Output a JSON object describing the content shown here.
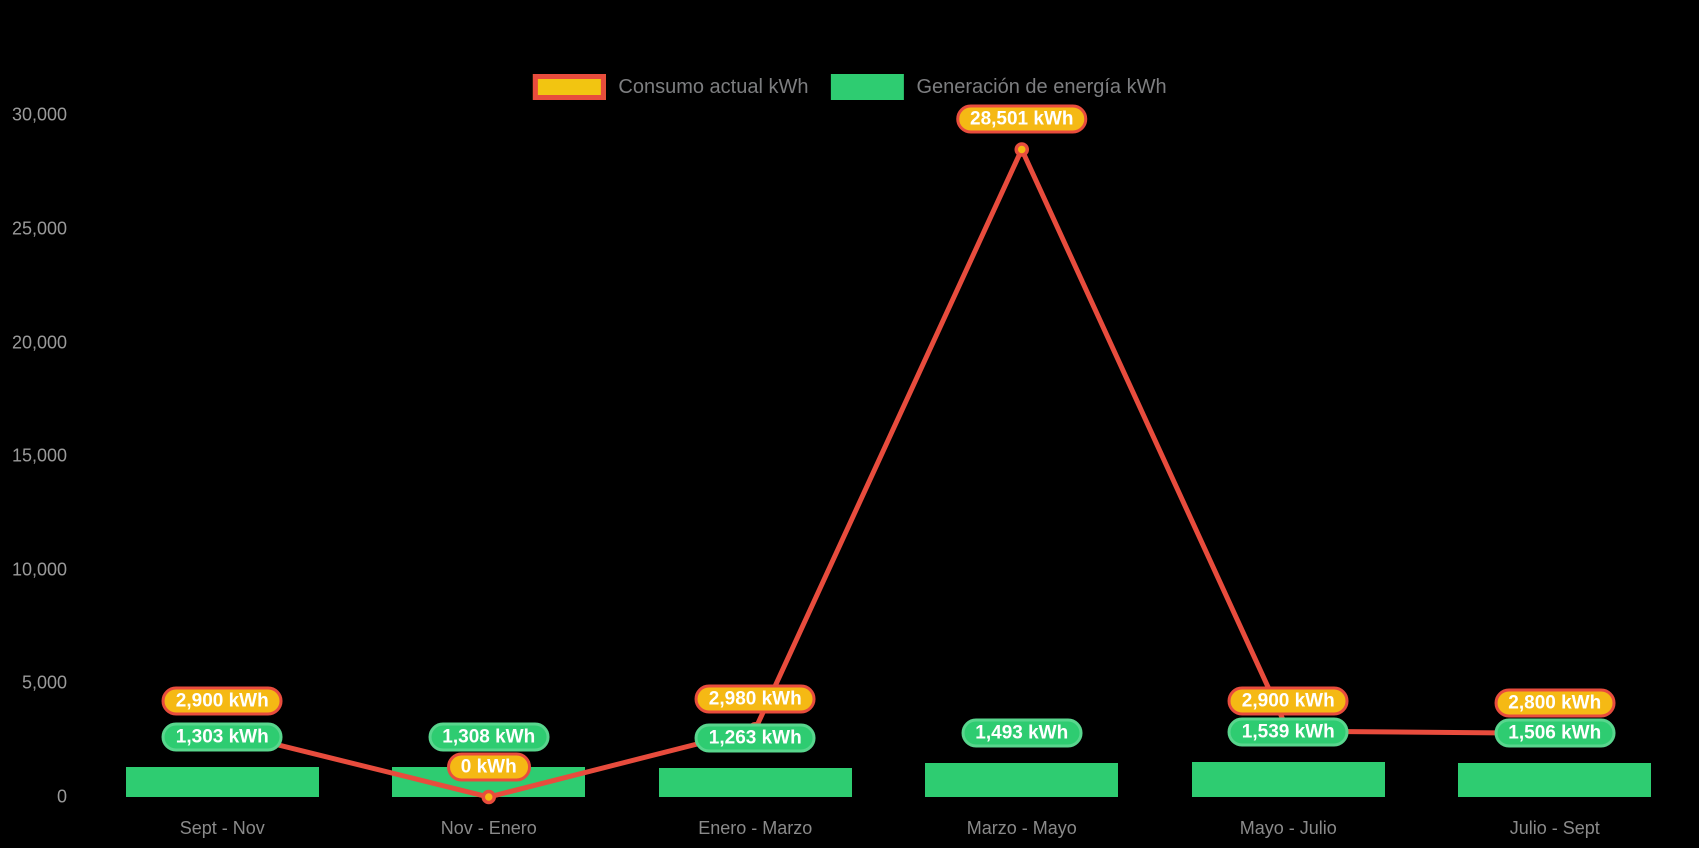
{
  "chart_data": {
    "type": "line+bar combo",
    "title": "",
    "categories": [
      "Sept - Nov",
      "Nov - Enero",
      "Enero - Marzo",
      "Marzo - Mayo",
      "Mayo - Julio",
      "Julio - Sept"
    ],
    "series": [
      {
        "name": "Consumo actual kWh",
        "type": "line",
        "color": "#E84C3D",
        "point_fill": "#F5B914",
        "values": [
          2900,
          0,
          2980,
          28501,
          2900,
          2800
        ],
        "point_labels": [
          "2,900 kWh",
          "0 kWh",
          "2,980 kWh",
          "28,501 kWh",
          "2,900 kWh",
          "2,800 kWh"
        ]
      },
      {
        "name": "Generación de energía kWh",
        "type": "bar",
        "color": "#2ECC71",
        "label_border": "#58D68D",
        "values": [
          1303,
          1308,
          1263,
          1493,
          1539,
          1506
        ],
        "point_labels": [
          "1,303 kWh",
          "1,308 kWh",
          "1,263 kWh",
          "1,493 kWh",
          "1,539 kWh",
          "1,506 kWh"
        ]
      }
    ],
    "ylim": [
      0,
      30000
    ],
    "yticks": [
      0,
      5000,
      10000,
      15000,
      20000,
      25000,
      30000
    ],
    "ytick_labels": [
      "0",
      "5,000",
      "10,000",
      "15,000",
      "20,000",
      "25,000",
      "30,000"
    ],
    "grid": false,
    "legend_position": "top-center",
    "background": "#000000"
  },
  "legend": {
    "consumo": {
      "label": "Consumo actual kWh",
      "fill": "#F2C511",
      "border": "#E84C3D"
    },
    "generacion": {
      "label": "Generación de energía kWh",
      "fill": "#2ECC71"
    }
  }
}
